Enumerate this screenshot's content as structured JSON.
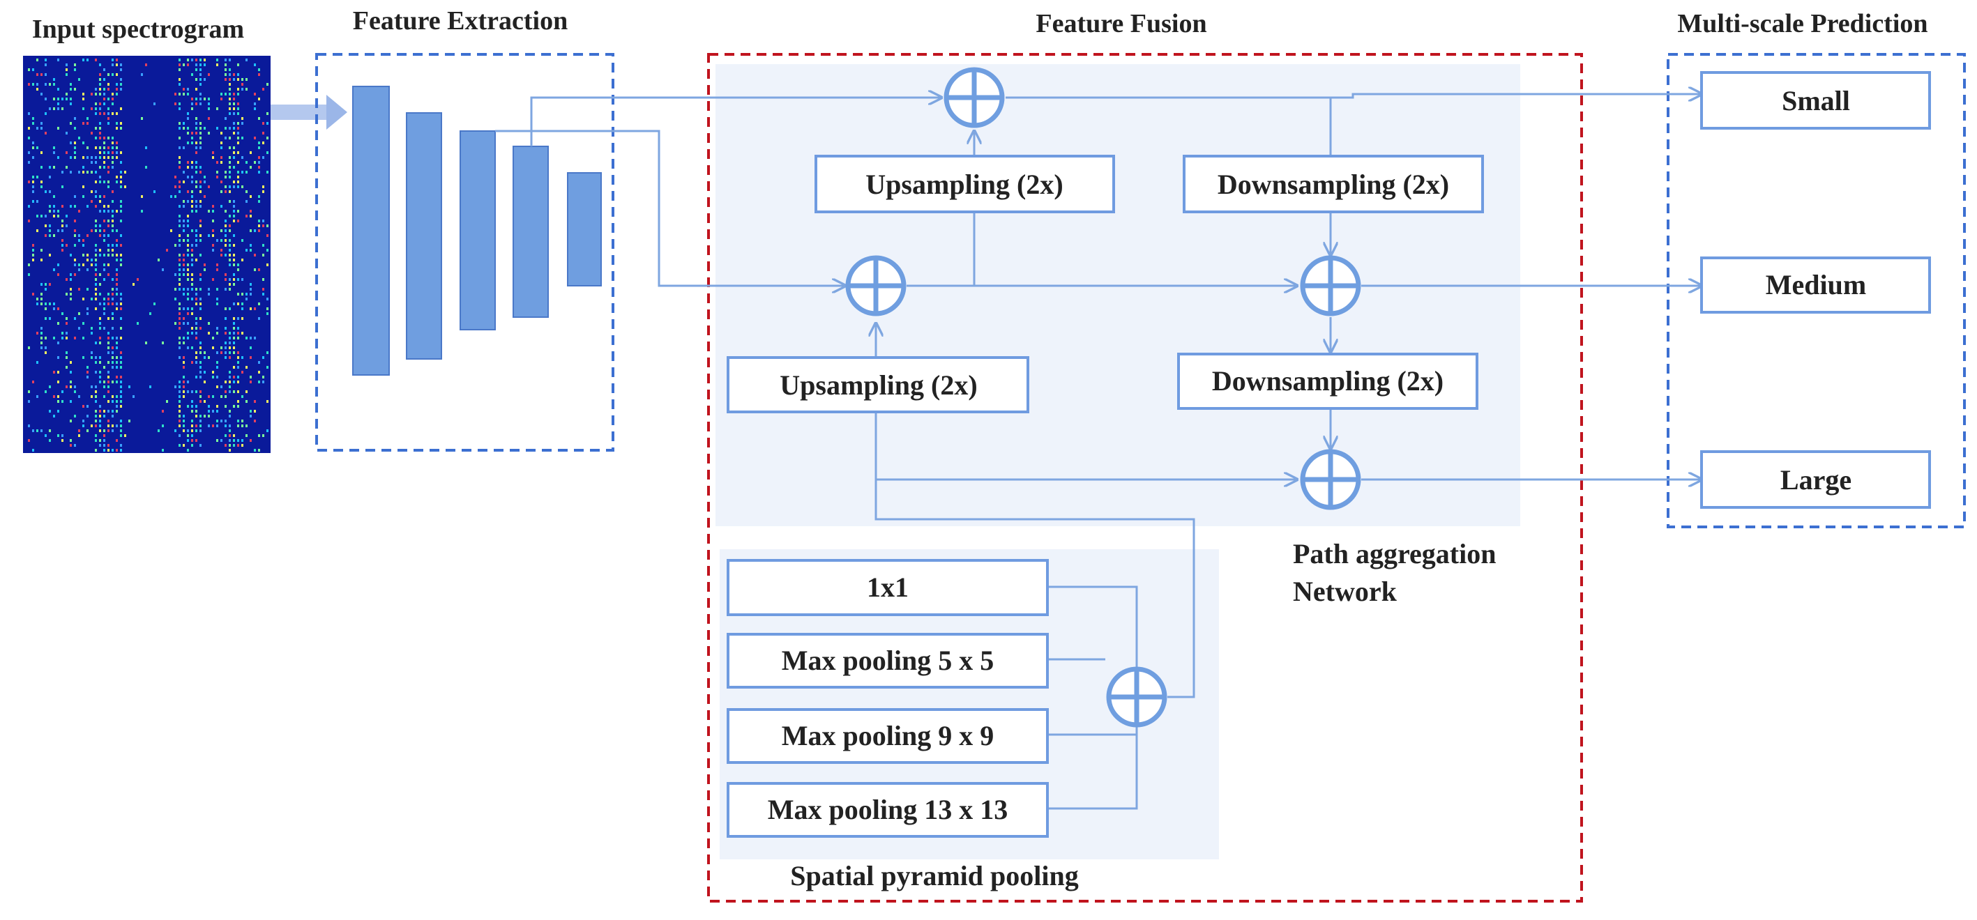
{
  "colors": {
    "accent_blue": "#5b86cf",
    "box_stroke": "#6f9be0",
    "dashed_blue": "#3c6fd1",
    "dashed_red": "#c0141e",
    "light_panel": "#eef3fb",
    "layer_fill": "#6f9ee0",
    "spectrogram_bg": "#0a1a9a"
  },
  "sections": {
    "input": "Input spectrogram",
    "extraction": "Feature Extraction",
    "fusion": "Feature Fusion",
    "prediction": "Multi-scale Prediction"
  },
  "pan": {
    "upsampling_top": "Upsampling (2x)",
    "downsampling_top": "Downsampling  (2x)",
    "upsampling_bottom": "Upsampling  (2x)",
    "downsampling_bottom": "Downsampling  (2x)",
    "caption_line1": "Path aggregation",
    "caption_line2": "Network"
  },
  "spp": {
    "items": [
      "1x1",
      "Max pooling 5 x 5",
      "Max pooling 9 x 9",
      "Max pooling 13 x 13"
    ],
    "caption": "Spatial pyramid pooling"
  },
  "outputs": [
    "Small",
    "Medium",
    "Large"
  ],
  "icons": {
    "sum_nodes": "circle-plus-icon",
    "input_arrow": "arrow-right-icon"
  }
}
